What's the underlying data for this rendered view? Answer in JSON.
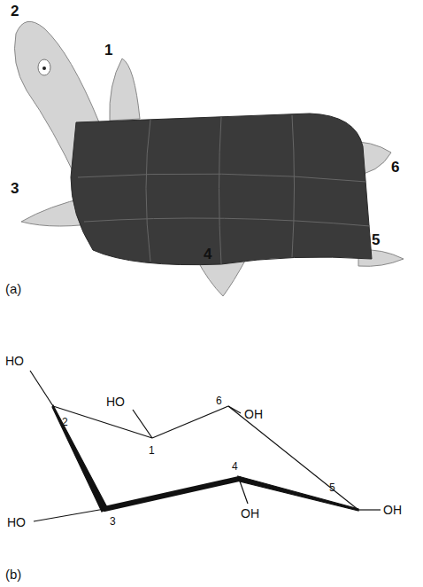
{
  "diagram": {
    "labels": [
      "2",
      "1",
      "6",
      "3",
      "4",
      "5",
      "(a)",
      "HO",
      "HO",
      "2",
      "1",
      "6",
      "OH",
      "HO",
      "3",
      "4",
      "5",
      "OH",
      "OH",
      "(b)"
    ]
  }
}
